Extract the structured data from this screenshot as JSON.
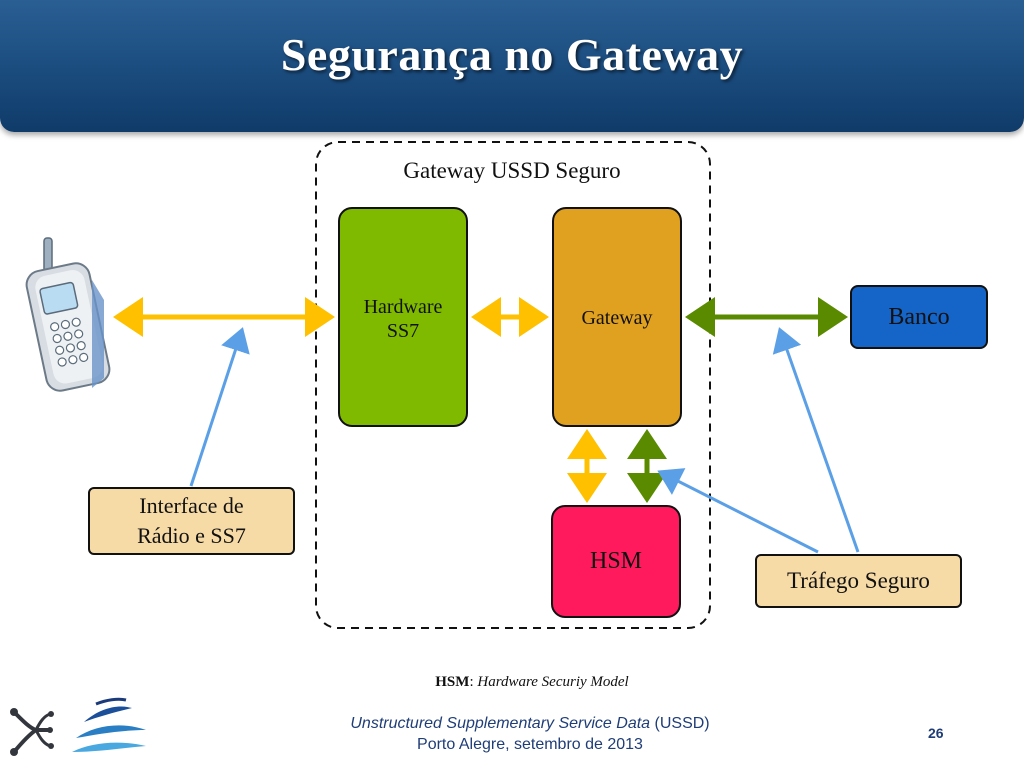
{
  "slide": {
    "title": "Segurança no Gateway",
    "page_number": "26"
  },
  "diagram": {
    "group_label": "Gateway USSD Seguro",
    "hardware_line1": "Hardware",
    "hardware_line2": "SS7",
    "gateway": "Gateway",
    "banco": "Banco",
    "hsm": "HSM",
    "interface_line1": "Interface de",
    "interface_line2": "Rádio e SS7",
    "trafego": "Tráfego Seguro"
  },
  "note": {
    "abbr": "HSM",
    "separator": ":",
    "definition": "Hardware Securiy Model"
  },
  "footer": {
    "line1_italic": "Unstructured Supplementary Service Data",
    "line1_rest": " (USSD)",
    "line2": "Porto Alegre, setembro de 2013"
  },
  "colors": {
    "header": "#1d4f82",
    "hardware": "#7fba00",
    "gateway": "#e0a020",
    "banco": "#1565c8",
    "hsm": "#ff1a5e",
    "label_box": "#f7dba7",
    "arrow_yellow": "#ffc000",
    "arrow_green": "#5a8a00",
    "arrow_blue": "#5ba0e6"
  }
}
